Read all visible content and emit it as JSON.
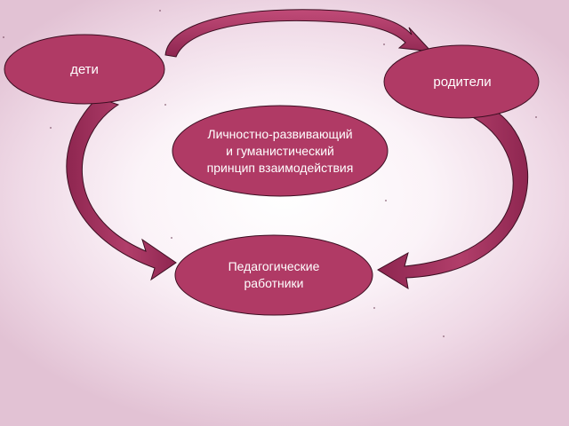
{
  "nodes": {
    "children": "дети",
    "parents": "родители",
    "principle": "Личностно-развивающий\nи гуманистический\nпринцип взаимодействия",
    "teachers": "Педагогические\nработники"
  },
  "colors": {
    "node_fill": "#b03a65",
    "node_stroke": "#3c0f22",
    "arrow_fill": "#a83360",
    "arrow_stroke": "#3c0f22",
    "background": "#f2dfea"
  }
}
